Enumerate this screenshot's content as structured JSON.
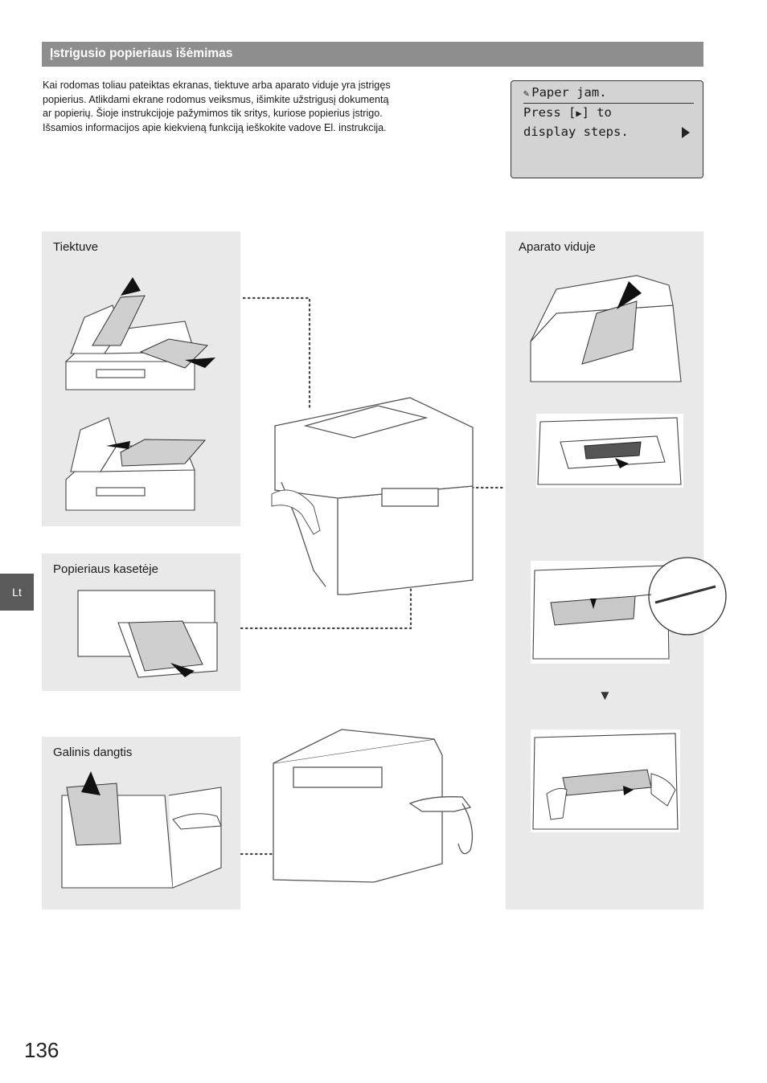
{
  "header": {
    "title": "Įstrigusio popieriaus išėmimas"
  },
  "intro": {
    "lines": [
      "Kai rodomas toliau pateiktas ekranas, tiektuve arba aparato viduje yra įstrigęs",
      "popierius. Atlikdami ekrane rodomus veiksmus, išimkite užstrigusį dokumentą",
      "ar popierių. Šioje instrukcijoje pažymimos tik sritys, kuriose popierius įstrigo.",
      "Išsamios informacijos apie kiekvieną funkciją ieškokite vadove El. instrukcija."
    ]
  },
  "lcd": {
    "line1": "Paper jam.",
    "line2_pre": "Press [",
    "line2_post": "] to",
    "line3": "display steps.",
    "icon": "paper-jam-icon"
  },
  "panels": {
    "feeder": "Tiektuve",
    "cassette": "Popieriaus kasetėje",
    "rear_cover": "Galinis dangtis",
    "inside": "Aparato viduje"
  },
  "side_tab": "Lt",
  "page_number": "136",
  "colors": {
    "header_bg": "#8e8e8e",
    "panel_bg": "#e9e9e9",
    "lcd_bg": "#d3d3d3",
    "tab_bg": "#5a5a5a"
  }
}
